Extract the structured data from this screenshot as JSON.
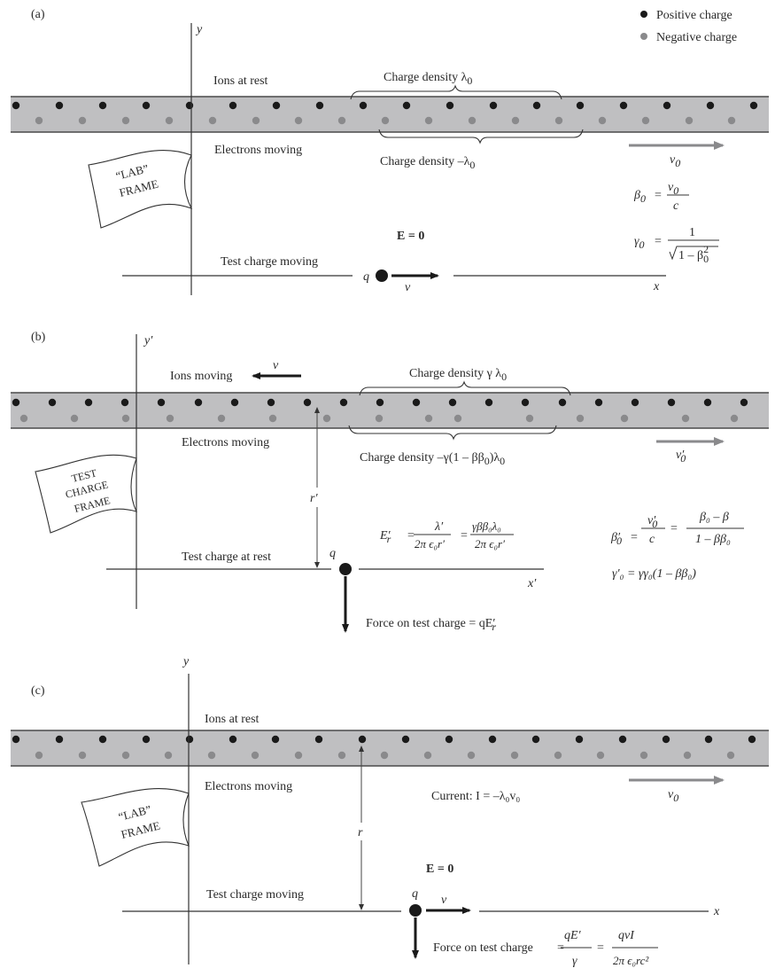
{
  "colors": {
    "positive_charge": "#1a1a1a",
    "negative_charge": "#8a8a8c",
    "wire": "#bfbfc1",
    "drift_arrow": "#8a8a8c"
  },
  "legend": {
    "positive": "Positive charge",
    "negative": "Negative charge"
  },
  "panel_a": {
    "label": "(a)",
    "y_axis": "y",
    "x_axis": "x",
    "ions_label": "Ions at rest",
    "electrons_label": "Electrons moving",
    "top_brace": "Charge density λ",
    "top_brace_sub": "0",
    "bottom_brace": "Charge density –λ",
    "bottom_brace_sub": "0",
    "drift_velocity": "v",
    "drift_velocity_sub": "0",
    "flag_line1": "“LAB”",
    "flag_line2": "FRAME",
    "field": "E = 0",
    "test_charge_label": "Test charge moving",
    "charge": "q",
    "velocity": "v",
    "beta_lhs": "β",
    "beta_lhs_sub": "0",
    "beta_num": "v",
    "beta_num_sub": "0",
    "beta_den": "c",
    "gamma_lhs": "γ",
    "gamma_lhs_sub": "0",
    "gamma_num": "1",
    "gamma_den": "1 – β",
    "gamma_den_sup": "2",
    "gamma_den_sub": "0",
    "equals": "="
  },
  "panel_b": {
    "label": "(b)",
    "y_axis": "y′",
    "x_axis": "x′",
    "ions_label": "Ions moving",
    "ions_velocity": "v",
    "electrons_label": "Electrons moving",
    "top_brace": "Charge density γ λ",
    "top_brace_sub": "0",
    "bottom_brace": "Charge density –γ(1 – ββ",
    "bottom_brace_sub": "0",
    "bottom_brace_tail": ")λ",
    "bottom_brace_tail_sub": "0",
    "drift_velocity": "v′",
    "drift_velocity_sub": "0",
    "flag_line1": "TEST",
    "flag_line2": "CHARGE",
    "flag_line3": "FRAME",
    "distance": "r′",
    "test_charge_label": "Test charge at rest",
    "charge": "q",
    "field_lhs": "E′",
    "field_lhs_sub": "r",
    "field_num1": "λ′",
    "field_den1": "2π ϵ₀r′",
    "field_num2": "γββ₀λ₀",
    "field_den2": "2π ϵ₀r′",
    "force": "Force on test charge = qE′",
    "force_sub": "r",
    "beta_lhs": "β′",
    "beta_lhs_sub": "0",
    "beta_num": "v′",
    "beta_num_sub": "0",
    "beta_den": "c",
    "beta_num2": "β₀ – β",
    "beta_den2": "1 – ββ₀",
    "gamma_expr": "γ′₀ = γγ₀(1 – ββ₀)",
    "equals": "="
  },
  "panel_c": {
    "label": "(c)",
    "y_axis": "y",
    "x_axis": "x",
    "ions_label": "Ions at rest",
    "electrons_label": "Electrons moving",
    "current": "Current: I = –λ₀v₀",
    "drift_velocity": "v",
    "drift_velocity_sub": "0",
    "flag_line1": "“LAB”",
    "flag_line2": "FRAME",
    "distance": "r",
    "field": "E = 0",
    "test_charge_label": "Test charge moving",
    "charge": "q",
    "velocity": "v",
    "force": "Force on test charge",
    "force_num1": "qE′",
    "force_den1": "γ",
    "force_num2": "qvI",
    "force_den2": "2π ϵ₀rc²",
    "equals": "="
  }
}
